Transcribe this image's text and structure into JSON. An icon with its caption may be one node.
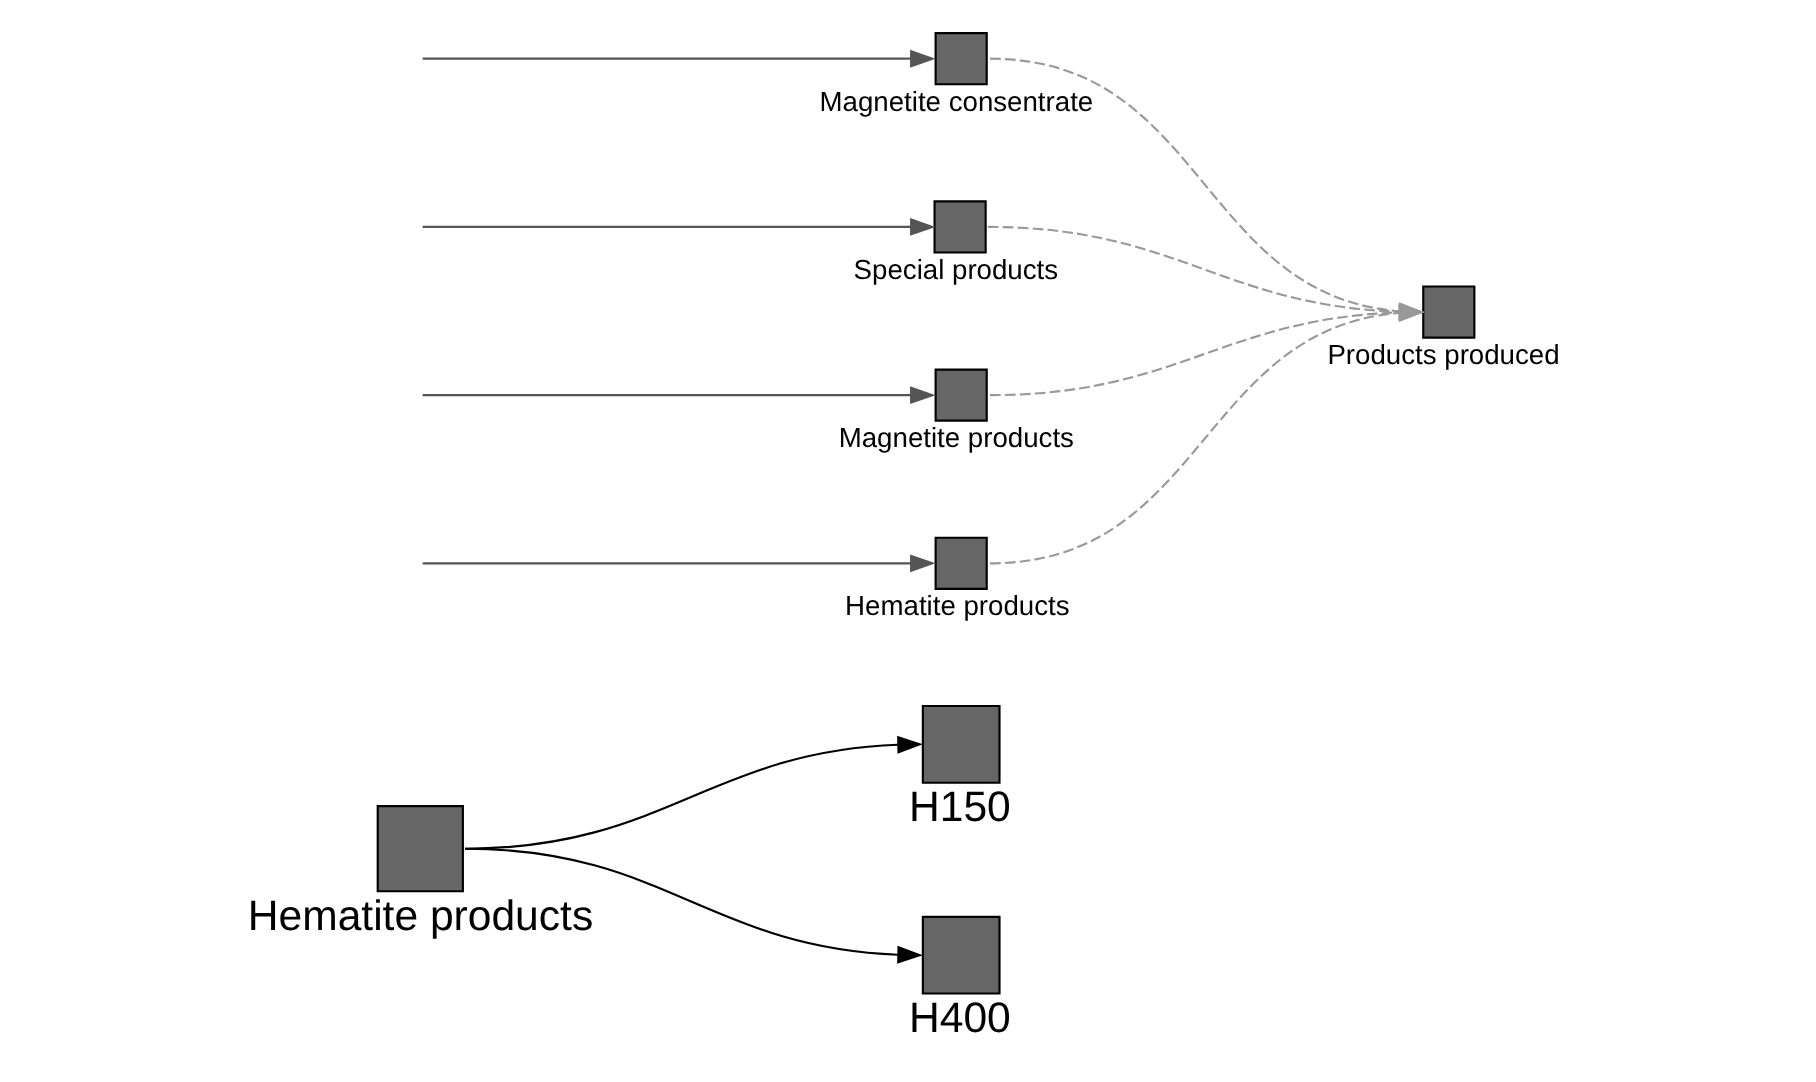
{
  "diagram": {
    "nodes": [
      {
        "text": [
          "Hematite products"
        ]
      },
      {
        "text": [
          "H150"
        ]
      },
      {
        "text": [
          "H400"
        ]
      },
      {
        "text": [
          "Magnetite consentrate"
        ]
      },
      {
        "text": [
          "Special products"
        ]
      },
      {
        "text": [
          "Magnetite products"
        ]
      },
      {
        "text": [
          "Hematite products"
        ]
      },
      {
        "text": [
          "Products produced"
        ]
      }
    ],
    "edges": [
      {
        "from": 0,
        "to": 1,
        "arrow": "to",
        "color": "#000000"
      },
      {
        "from": 0,
        "to": 2,
        "arrow": "to",
        "color": "#000000"
      },
      {
        "from": null,
        "to": 3,
        "arrow": "to",
        "color": "#555555"
      },
      {
        "from": null,
        "to": 4,
        "arrow": "to",
        "color": "#555555"
      },
      {
        "from": null,
        "to": 5,
        "arrow": "to",
        "color": "#555555"
      },
      {
        "from": null,
        "to": 6,
        "arrow": "to",
        "color": "#555555"
      },
      {
        "from": 3,
        "to": 7,
        "arrow": "to",
        "style": "dashed",
        "color": "#999999"
      },
      {
        "from": 4,
        "to": 7,
        "arrow": "to",
        "style": "dashed",
        "color": "#999999"
      },
      {
        "from": 5,
        "to": 7,
        "arrow": "to",
        "style": "dashed",
        "color": "#999999"
      },
      {
        "from": 6,
        "to": 7,
        "arrow": "to",
        "style": "dashed",
        "color": "#999999"
      }
    ]
  }
}
